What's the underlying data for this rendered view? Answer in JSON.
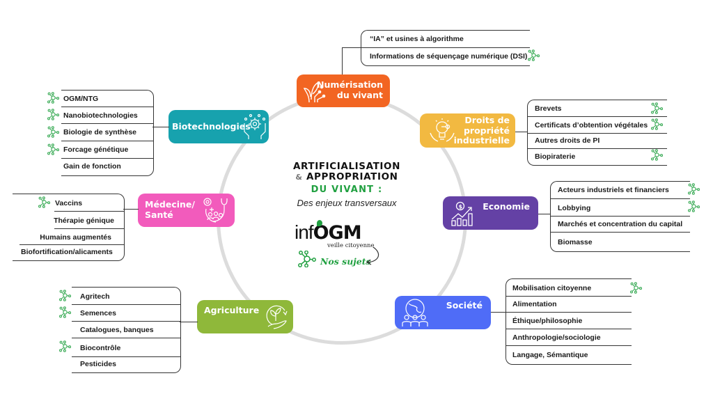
{
  "center": {
    "title_line1": "ARTIFICIALISATION",
    "title_amp": "&",
    "title_line2": "APPROPRIATION",
    "title_line3": "DU VIVANT :",
    "subtitle": "Des enjeux transversaux",
    "logo_inf": "inf",
    "logo_ogm": "OGM",
    "logo_tagline": "veille citoyenne",
    "nos_sujets": "Nos sujets"
  },
  "colors": {
    "numerisation": "#f26522",
    "droits": "#f2b941",
    "economie": "#6441a5",
    "societe": "#4f6cf7",
    "agriculture": "#8fb83a",
    "medecine": "#f25bbc",
    "biotech": "#17a2ae",
    "accent_green": "#20a040",
    "ring": "#dcdcdc"
  },
  "themes": {
    "numerisation": {
      "label_line1": "Numérisation",
      "label_line2": "du vivant",
      "icon": "plant-circuit-icon",
      "items": [
        {
          "label": "“IA” et usines à algorithme",
          "subject": false
        },
        {
          "label": "Informations de séquençage numérique (DSI)",
          "subject": true
        }
      ]
    },
    "droits": {
      "label_line1": "Droits de",
      "label_line2": "propriété",
      "label_line3": "industrielle",
      "icon": "lightbulb-key-hands-icon",
      "items": [
        {
          "label": "Brevets",
          "subject": true
        },
        {
          "label": "Certificats d’obtention végétales",
          "subject": true
        },
        {
          "label": "Autres droits de PI",
          "subject": false
        },
        {
          "label": "Biopiraterie",
          "subject": true
        }
      ]
    },
    "economie": {
      "label": "Economie",
      "icon": "growth-chart-dollar-icon",
      "items": [
        {
          "label": "Acteurs industriels et financiers",
          "subject": true
        },
        {
          "label": "Lobbying",
          "subject": true
        },
        {
          "label": "Marchés et concentration du capital",
          "subject": false
        },
        {
          "label": "Biomasse",
          "subject": false
        }
      ]
    },
    "societe": {
      "label": "Société",
      "icon": "globe-people-icon",
      "items": [
        {
          "label": "Mobilisation citoyenne",
          "subject": true
        },
        {
          "label": "Alimentation",
          "subject": false
        },
        {
          "label": "Éthique/philosophie",
          "subject": false
        },
        {
          "label": "Anthropologie/sociologie",
          "subject": false
        },
        {
          "label": "Langage, Sémantique",
          "subject": false
        }
      ]
    },
    "agriculture": {
      "label": "Agriculture",
      "icon": "seedling-hand-icon",
      "items": [
        {
          "label": "Agritech",
          "subject": true
        },
        {
          "label": "Semences",
          "subject": true
        },
        {
          "label": "Catalogues, banques",
          "subject": false
        },
        {
          "label": "Biocontrôle",
          "subject": true
        },
        {
          "label": "Pesticides",
          "subject": false
        }
      ]
    },
    "medecine": {
      "label_line1": "Médecine/",
      "label_line2": "Santé",
      "icon": "stethoscope-people-icon",
      "items": [
        {
          "label": "Vaccins",
          "subject": true
        },
        {
          "label": "Thérapie génique",
          "subject": false
        },
        {
          "label": "Humains augmentés",
          "subject": false
        },
        {
          "label": "Biofortification/alicaments",
          "subject": false
        }
      ]
    },
    "biotech": {
      "label": "Biotechnologies",
      "icon": "gear-hands-icon",
      "items": [
        {
          "label": "OGM/NTG",
          "subject": true
        },
        {
          "label": "Nanobiotechnologies",
          "subject": true
        },
        {
          "label": "Biologie de synthèse",
          "subject": true
        },
        {
          "label": "Forcage génétique",
          "subject": true
        },
        {
          "label": "Gain de fonction",
          "subject": false
        }
      ]
    }
  }
}
